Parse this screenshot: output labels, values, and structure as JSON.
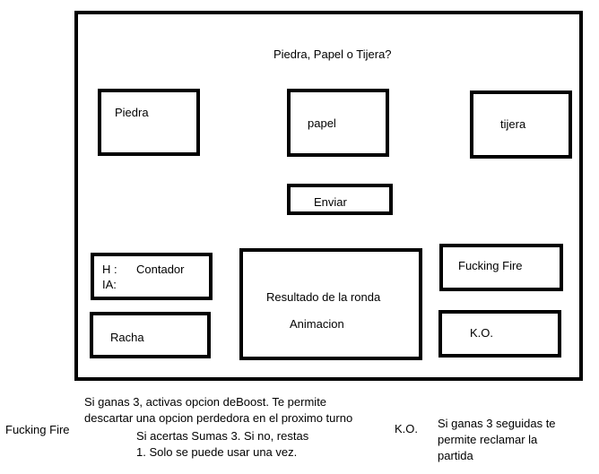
{
  "title": "Piedra, Papel o Tijera?",
  "choices": {
    "piedra": "Piedra",
    "papel": "papel",
    "tijera": "tijera"
  },
  "submit_label": "Enviar",
  "counter": {
    "h_label": "H :",
    "ia_label": "IA:",
    "counter_label": "Contador"
  },
  "streak_label": "Racha",
  "result": {
    "title": "Resultado de la ronda",
    "animation": "Animacion"
  },
  "powers": {
    "fire_label": "Fucking Fire",
    "ko_label": "K.O."
  },
  "notes": {
    "boost_text": "Si ganas 3, activas opcion deBoost. Te permite descartar una opcion perdedora en el proximo turno",
    "fire_title": "Fucking Fire",
    "fire_text": "Si acertas Sumas 3. Si no, restas 1. Solo se puede usar una vez.",
    "ko_title": "K.O.",
    "ko_text": "Si ganas 3 seguidas te permite reclamar la partida"
  }
}
